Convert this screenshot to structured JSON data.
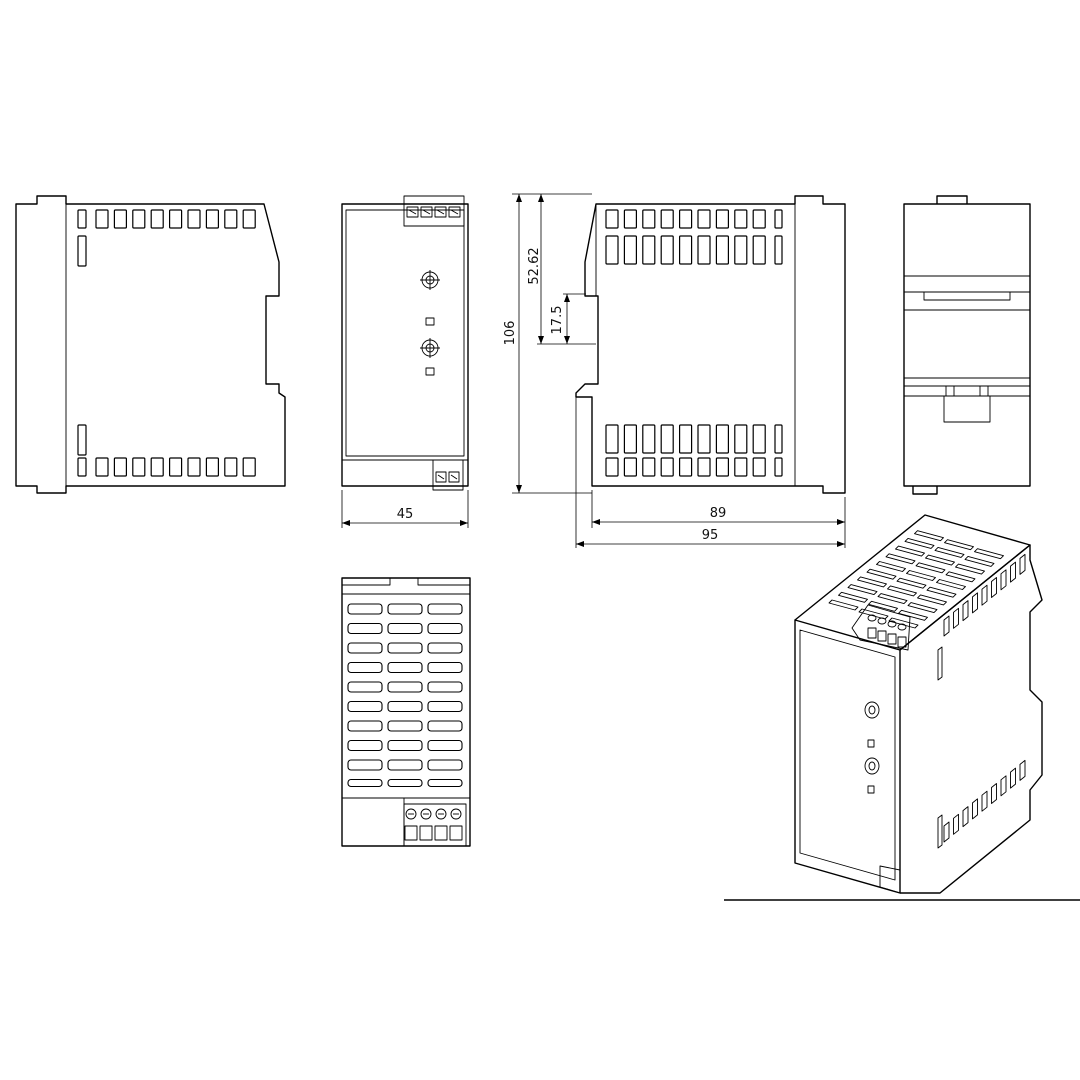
{
  "dimensions": {
    "width_label": "45",
    "height_label": "106",
    "offset_label": "52.62",
    "rail_label": "17.5",
    "depth_inner_label": "89",
    "depth_outer_label": "95"
  }
}
